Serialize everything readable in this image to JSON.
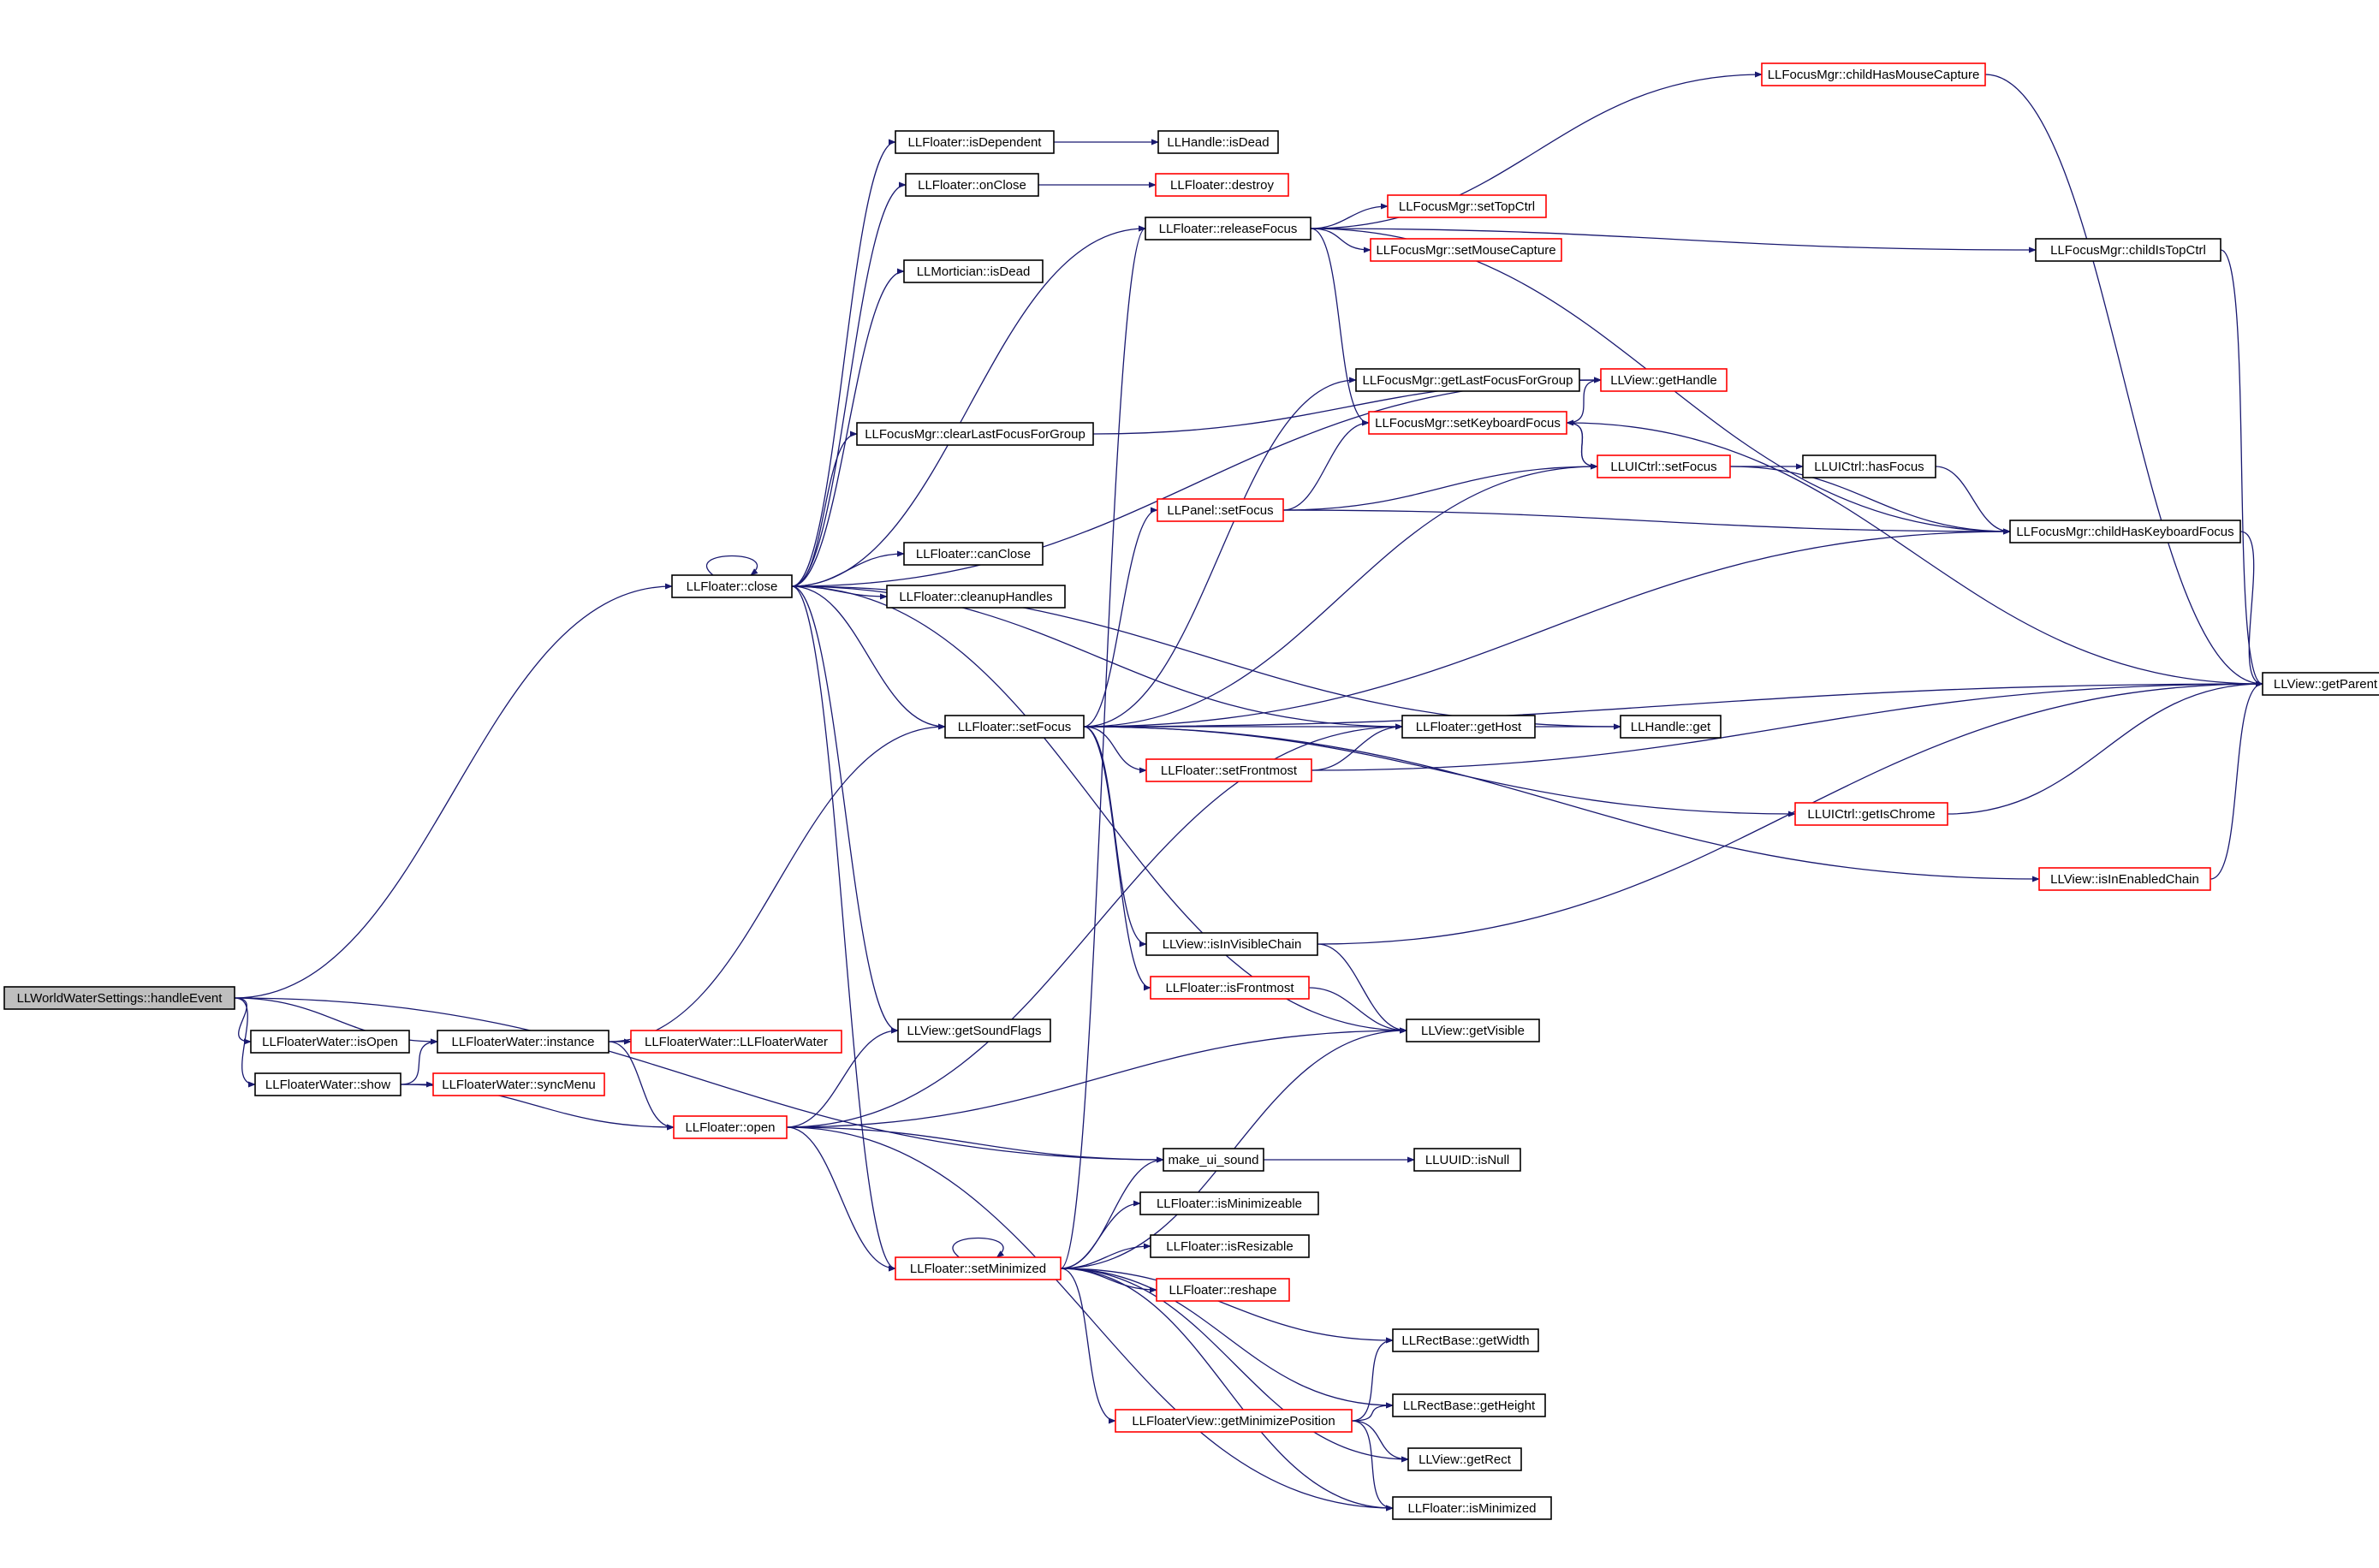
{
  "colors": {
    "edge": "#191970",
    "border_normal": "#000000",
    "border_truncated": "#ff0000",
    "root_fill": "#bfbfbf",
    "node_fill": "#ffffff"
  },
  "nodes": [
    {
      "id": "root",
      "label": "LLWorldWaterSettings::handleEvent",
      "style": "root"
    },
    {
      "id": "fw_isopen",
      "label": "LLFloaterWater::isOpen",
      "style": "normal"
    },
    {
      "id": "fw_instance",
      "label": "LLFloaterWater::instance",
      "style": "normal"
    },
    {
      "id": "fw_show",
      "label": "LLFloaterWater::show",
      "style": "normal"
    },
    {
      "id": "fw_ctor",
      "label": "LLFloaterWater::LLFloaterWater",
      "style": "truncated"
    },
    {
      "id": "fw_syncmenu",
      "label": "LLFloaterWater::syncMenu",
      "style": "truncated"
    },
    {
      "id": "f_close",
      "label": "LLFloater::close",
      "style": "normal"
    },
    {
      "id": "f_open",
      "label": "LLFloater::open",
      "style": "truncated"
    },
    {
      "id": "f_isdependent",
      "label": "LLFloater::isDependent",
      "style": "normal"
    },
    {
      "id": "f_onclose",
      "label": "LLFloater::onClose",
      "style": "normal"
    },
    {
      "id": "m_isdead",
      "label": "LLMortician::isDead",
      "style": "normal"
    },
    {
      "id": "fm_clearlast",
      "label": "LLFocusMgr::clearLastFocusForGroup",
      "style": "normal"
    },
    {
      "id": "f_canclose",
      "label": "LLFloater::canClose",
      "style": "normal"
    },
    {
      "id": "f_cleanup",
      "label": "LLFloater::cleanupHandles",
      "style": "normal"
    },
    {
      "id": "f_setfocus",
      "label": "LLFloater::setFocus",
      "style": "normal"
    },
    {
      "id": "v_getsoundflags",
      "label": "LLView::getSoundFlags",
      "style": "normal"
    },
    {
      "id": "f_setminimized",
      "label": "LLFloater::setMinimized",
      "style": "truncated"
    },
    {
      "id": "h_isdead",
      "label": "LLHandle::isDead",
      "style": "normal"
    },
    {
      "id": "f_destroy",
      "label": "LLFloater::destroy",
      "style": "truncated"
    },
    {
      "id": "f_releasefocus",
      "label": "LLFloater::releaseFocus",
      "style": "normal"
    },
    {
      "id": "fm_getlast",
      "label": "LLFocusMgr::getLastFocusForGroup",
      "style": "normal"
    },
    {
      "id": "fm_setkbfocus",
      "label": "LLFocusMgr::setKeyboardFocus",
      "style": "truncated"
    },
    {
      "id": "p_setfocus",
      "label": "LLPanel::setFocus",
      "style": "truncated"
    },
    {
      "id": "f_setfrontmost",
      "label": "LLFloater::setFrontmost",
      "style": "truncated"
    },
    {
      "id": "f_gethost",
      "label": "LLFloater::getHost",
      "style": "normal"
    },
    {
      "id": "v_isinvisiblechain",
      "label": "LLView::isInVisibleChain",
      "style": "normal"
    },
    {
      "id": "f_isfrontmost",
      "label": "LLFloater::isFrontmost",
      "style": "truncated"
    },
    {
      "id": "v_getvisible",
      "label": "LLView::getVisible",
      "style": "normal"
    },
    {
      "id": "make_ui_sound",
      "label": "make_ui_sound",
      "style": "normal"
    },
    {
      "id": "f_isminimizeable",
      "label": "LLFloater::isMinimizeable",
      "style": "normal"
    },
    {
      "id": "f_isresizable",
      "label": "LLFloater::isResizable",
      "style": "normal"
    },
    {
      "id": "f_reshape",
      "label": "LLFloater::reshape",
      "style": "truncated"
    },
    {
      "id": "rb_getwidth",
      "label": "LLRectBase::getWidth",
      "style": "normal"
    },
    {
      "id": "rb_getheight",
      "label": "LLRectBase::getHeight",
      "style": "normal"
    },
    {
      "id": "fv_getminpos",
      "label": "LLFloaterView::getMinimizePosition",
      "style": "truncated"
    },
    {
      "id": "v_getrect",
      "label": "LLView::getRect",
      "style": "normal"
    },
    {
      "id": "f_isminimized",
      "label": "LLFloater::isMinimized",
      "style": "normal"
    },
    {
      "id": "uuid_isnull",
      "label": "LLUUID::isNull",
      "style": "normal"
    },
    {
      "id": "v_gethandle",
      "label": "LLView::getHandle",
      "style": "truncated"
    },
    {
      "id": "uic_setfocus",
      "label": "LLUICtrl::setFocus",
      "style": "truncated"
    },
    {
      "id": "uic_hasfocus",
      "label": "LLUICtrl::hasFocus",
      "style": "normal"
    },
    {
      "id": "h_get",
      "label": "LLHandle::get",
      "style": "normal"
    },
    {
      "id": "uic_getischrome",
      "label": "LLUICtrl::getIsChrome",
      "style": "truncated"
    },
    {
      "id": "v_isinenabledchain",
      "label": "LLView::isInEnabledChain",
      "style": "truncated"
    },
    {
      "id": "fm_childhasmouse",
      "label": "LLFocusMgr::childHasMouseCapture",
      "style": "truncated"
    },
    {
      "id": "fm_settopctrl",
      "label": "LLFocusMgr::setTopCtrl",
      "style": "truncated"
    },
    {
      "id": "fm_setmousecap",
      "label": "LLFocusMgr::setMouseCapture",
      "style": "truncated"
    },
    {
      "id": "fm_childistop",
      "label": "LLFocusMgr::childIsTopCtrl",
      "style": "normal"
    },
    {
      "id": "fm_childhaskb",
      "label": "LLFocusMgr::childHasKeyboardFocus",
      "style": "normal"
    },
    {
      "id": "v_getparent",
      "label": "LLView::getParent",
      "style": "normal"
    }
  ],
  "edges": [
    [
      "root",
      "f_close"
    ],
    [
      "root",
      "fw_isopen"
    ],
    [
      "root",
      "fw_instance"
    ],
    [
      "root",
      "fw_show"
    ],
    [
      "root",
      "make_ui_sound"
    ],
    [
      "fw_instance",
      "fw_ctor"
    ],
    [
      "fw_instance",
      "f_open"
    ],
    [
      "fw_instance",
      "f_setfocus"
    ],
    [
      "fw_show",
      "fw_instance"
    ],
    [
      "fw_show",
      "fw_syncmenu"
    ],
    [
      "fw_show",
      "f_open"
    ],
    [
      "f_close",
      "f_close"
    ],
    [
      "f_close",
      "f_isdependent"
    ],
    [
      "f_close",
      "f_onclose"
    ],
    [
      "f_close",
      "f_releasefocus"
    ],
    [
      "f_close",
      "m_isdead"
    ],
    [
      "f_close",
      "fm_clearlast"
    ],
    [
      "f_close",
      "f_canclose"
    ],
    [
      "f_close",
      "f_cleanup"
    ],
    [
      "f_close",
      "f_setfocus"
    ],
    [
      "f_close",
      "v_getsoundflags"
    ],
    [
      "f_close",
      "f_setminimized"
    ],
    [
      "f_close",
      "f_gethost"
    ],
    [
      "f_close",
      "h_get"
    ],
    [
      "f_close",
      "v_getvisible"
    ],
    [
      "f_close",
      "v_gethandle"
    ],
    [
      "f_isdependent",
      "h_isdead"
    ],
    [
      "f_onclose",
      "f_destroy"
    ],
    [
      "f_releasefocus",
      "fm_childhasmouse"
    ],
    [
      "f_releasefocus",
      "fm_settopctrl"
    ],
    [
      "f_releasefocus",
      "fm_setmousecap"
    ],
    [
      "f_releasefocus",
      "fm_childistop"
    ],
    [
      "f_releasefocus",
      "fm_childhaskb"
    ],
    [
      "f_releasefocus",
      "fm_setkbfocus"
    ],
    [
      "fm_clearlast",
      "v_gethandle"
    ],
    [
      "fm_getlast",
      "v_gethandle"
    ],
    [
      "fm_setkbfocus",
      "uic_setfocus"
    ],
    [
      "fm_setkbfocus",
      "v_gethandle"
    ],
    [
      "fm_setkbfocus",
      "v_getparent"
    ],
    [
      "uic_setfocus",
      "fm_setkbfocus"
    ],
    [
      "uic_setfocus",
      "uic_hasfocus"
    ],
    [
      "uic_setfocus",
      "fm_childhaskb"
    ],
    [
      "uic_hasfocus",
      "fm_childhaskb"
    ],
    [
      "p_setfocus",
      "fm_setkbfocus"
    ],
    [
      "p_setfocus",
      "uic_setfocus"
    ],
    [
      "p_setfocus",
      "fm_childhaskb"
    ],
    [
      "f_setfocus",
      "fm_getlast"
    ],
    [
      "f_setfocus",
      "p_setfocus"
    ],
    [
      "f_setfocus",
      "uic_setfocus"
    ],
    [
      "f_setfocus",
      "fm_childhaskb"
    ],
    [
      "f_setfocus",
      "f_gethost"
    ],
    [
      "f_setfocus",
      "v_getparent"
    ],
    [
      "f_setfocus",
      "f_setfrontmost"
    ],
    [
      "f_setfocus",
      "uic_getischrome"
    ],
    [
      "f_setfocus",
      "v_isinenabledchain"
    ],
    [
      "f_setfocus",
      "v_isinvisiblechain"
    ],
    [
      "f_setfocus",
      "f_isfrontmost"
    ],
    [
      "f_setfrontmost",
      "f_gethost"
    ],
    [
      "f_setfrontmost",
      "v_getparent"
    ],
    [
      "f_gethost",
      "h_get"
    ],
    [
      "uic_getischrome",
      "v_getparent"
    ],
    [
      "v_isinenabledchain",
      "v_getparent"
    ],
    [
      "v_isinvisiblechain",
      "v_getparent"
    ],
    [
      "v_isinvisiblechain",
      "v_getvisible"
    ],
    [
      "f_isfrontmost",
      "v_getvisible"
    ],
    [
      "fm_childhasmouse",
      "v_getparent"
    ],
    [
      "fm_childistop",
      "v_getparent"
    ],
    [
      "fm_childhaskb",
      "v_getparent"
    ],
    [
      "f_open",
      "v_getsoundflags"
    ],
    [
      "f_open",
      "f_gethost"
    ],
    [
      "f_open",
      "v_getvisible"
    ],
    [
      "f_open",
      "make_ui_sound"
    ],
    [
      "f_open",
      "f_setminimized"
    ],
    [
      "f_open",
      "f_isminimized"
    ],
    [
      "make_ui_sound",
      "uuid_isnull"
    ],
    [
      "f_setminimized",
      "f_setminimized"
    ],
    [
      "f_setminimized",
      "make_ui_sound"
    ],
    [
      "f_setminimized",
      "f_isminimizeable"
    ],
    [
      "f_setminimized",
      "f_isresizable"
    ],
    [
      "f_setminimized",
      "f_reshape"
    ],
    [
      "f_setminimized",
      "rb_getwidth"
    ],
    [
      "f_setminimized",
      "rb_getheight"
    ],
    [
      "f_setminimized",
      "fv_getminpos"
    ],
    [
      "f_setminimized",
      "v_getrect"
    ],
    [
      "f_setminimized",
      "f_isminimized"
    ],
    [
      "f_setminimized",
      "f_releasefocus"
    ],
    [
      "f_setminimized",
      "v_getvisible"
    ],
    [
      "fv_getminpos",
      "rb_getwidth"
    ],
    [
      "fv_getminpos",
      "rb_getheight"
    ],
    [
      "fv_getminpos",
      "v_getrect"
    ],
    [
      "fv_getminpos",
      "f_isminimized"
    ]
  ]
}
